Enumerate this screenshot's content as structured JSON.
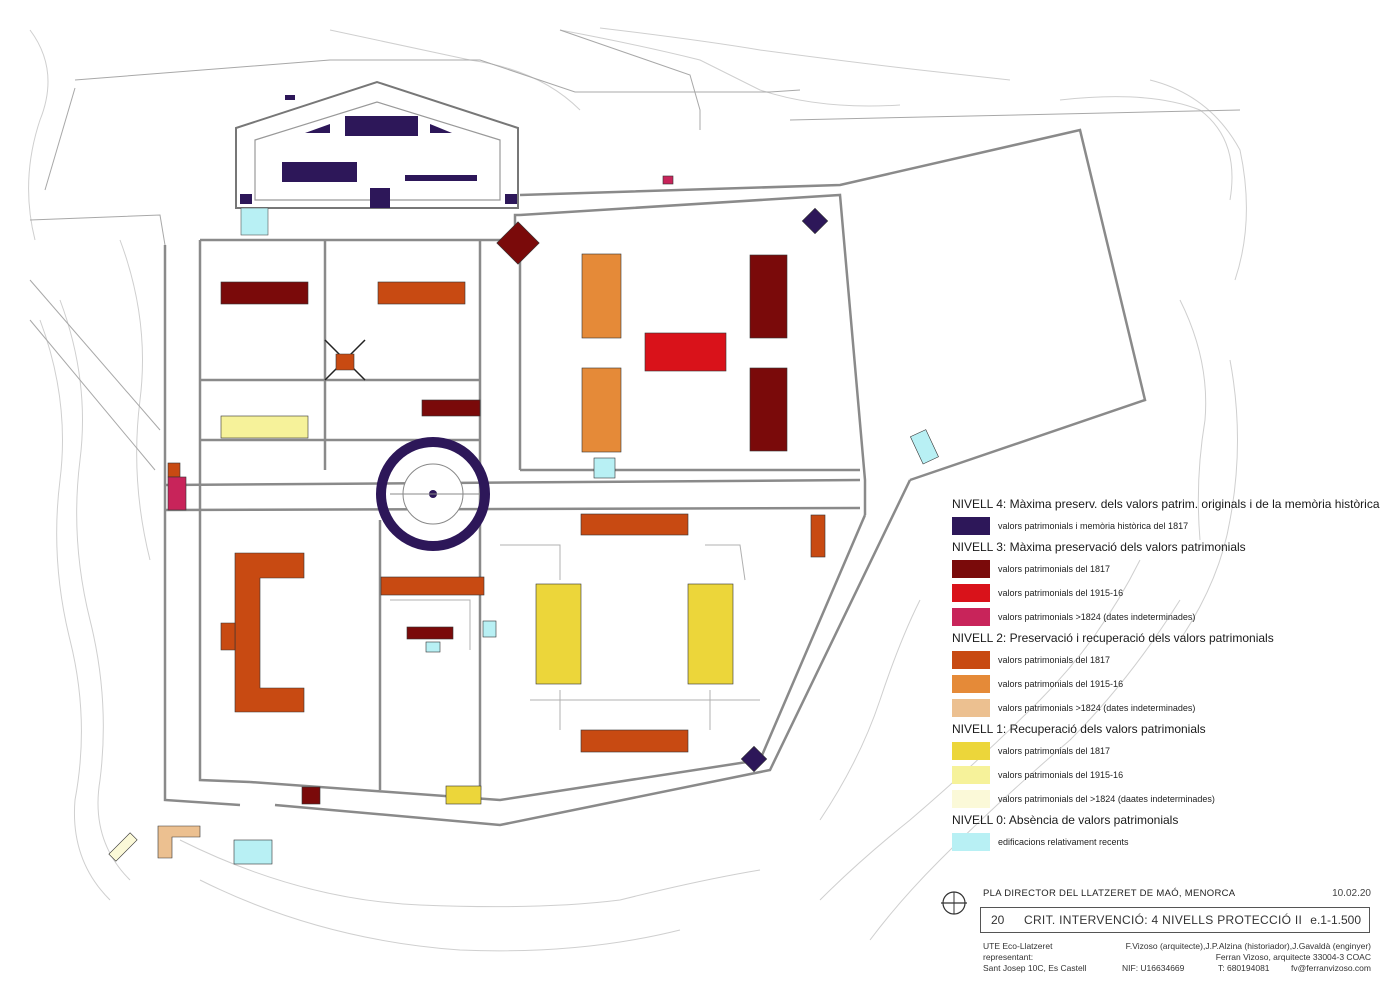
{
  "colors": {
    "n4_1817": "#2d1759",
    "n3_1817": "#7a0a0a",
    "n3_1915": "#d9121a",
    "n3_1824": "#c8245a",
    "n2_1817": "#c84a12",
    "n2_1915": "#e58a38",
    "n2_1824": "#ecc090",
    "n1_1817": "#ecd63a",
    "n1_1915": "#f6f29a",
    "n1_1824": "#fbf9d8",
    "n0": "#b8f0f4",
    "wall": "#8a8a8a",
    "contour": "#c8c8c8"
  },
  "legend": {
    "levels": [
      {
        "title": "NIVELL 4: Màxima preserv. dels valors patrim. originals i de la memòria històrica",
        "items": [
          {
            "label": "valors patrimonials i memòria històrica del 1817",
            "color": "#2d1759"
          }
        ]
      },
      {
        "title": "NIVELL 3: Màxima preservació dels valors patrimonials",
        "items": [
          {
            "label": "valors patrimonials del 1817",
            "color": "#7a0a0a"
          },
          {
            "label": "valors patrimonials del 1915-16",
            "color": "#d9121a"
          },
          {
            "label": "valors patrimonials >1824 (dates indeterminades)",
            "color": "#c8245a"
          }
        ]
      },
      {
        "title": "NIVELL 2: Preservació i recuperació dels valors patrimonials",
        "items": [
          {
            "label": "valors patrimonials del 1817",
            "color": "#c84a12"
          },
          {
            "label": "valors patrimonials del 1915-16",
            "color": "#e58a38"
          },
          {
            "label": "valors patrimonials >1824 (dates indeterminades)",
            "color": "#ecc090"
          }
        ]
      },
      {
        "title": "NIVELL 1: Recuperació dels valors patrimonials",
        "items": [
          {
            "label": "valors patrimonials del 1817",
            "color": "#ecd63a"
          },
          {
            "label": "valors patrimonials del 1915-16",
            "color": "#f6f29a"
          },
          {
            "label": "valors patrimonials del >1824 (daates indeterminades)",
            "color": "#fbf9d8"
          }
        ]
      },
      {
        "title": "NIVELL 0: Absència de valors patrimonials",
        "items": [
          {
            "label": "edificacions relativament recents",
            "color": "#b8f0f4"
          }
        ]
      }
    ]
  },
  "title_block": {
    "project": "PLA DIRECTOR DEL LLATZERET DE MAÓ, MENORCA",
    "date": "10.02.20",
    "sheet_number": "20",
    "sheet_title": "CRIT. INTERVENCIÓ: 4 NIVELLS PROTECCIÓ II",
    "scale": "e.1-1.500",
    "left_lines": [
      "UTE Eco-Llatzeret",
      "representant:",
      "Sant Josep 10C, Es Castell"
    ],
    "nif": "NIF: U16634669",
    "phone": "T: 680194081",
    "right_lines": [
      "F.Vizoso (arquitecte),J.P.Alzina (historiador),J.Gavaldà (enginyer)",
      "Ferran Vizoso, arquitecte 33004-3 COAC"
    ],
    "email": "fv@ferranvizoso.com"
  }
}
